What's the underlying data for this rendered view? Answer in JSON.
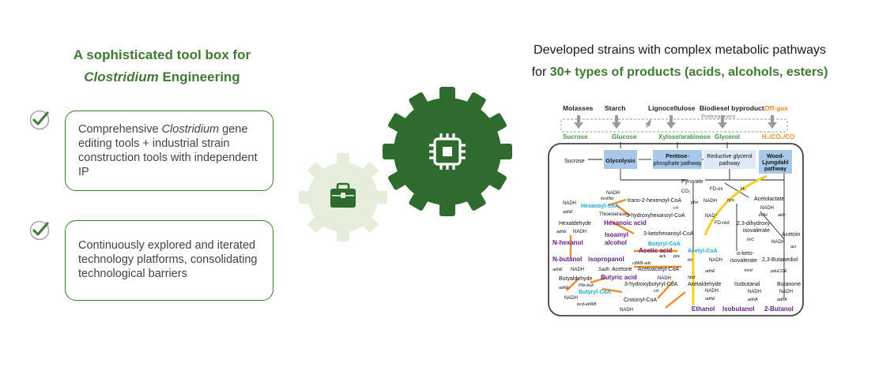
{
  "left": {
    "title_line1": "A sophisticated tool box for",
    "title_italic": "Clostridium",
    "title_rest": " Engineering",
    "cards": [
      {
        "pre": "Comprehensive ",
        "italic": "Clostridium",
        "post": " gene editing tools + industrial strain construction tools with independent IP"
      },
      {
        "pre": "Continuously explored and iterated technology platforms, consolidating technological barriers",
        "italic": "",
        "post": ""
      }
    ]
  },
  "right": {
    "title_line1": "Developed strains with complex metabolic pathways",
    "title_pre": "for ",
    "title_highlight": "30+ types of products (acids, alcohols, esters)"
  },
  "colors": {
    "brand_green": "#3f7a33",
    "gear_dark": "#2f6a2f",
    "gear_light": "#e6eedb",
    "box_blue": "#a8c8ea",
    "arrow_orange": "#f08a2a",
    "arrow_yellow": "#f5cc2a",
    "text_purple": "#6a1f8a",
    "text_cyan": "#1aa7d8"
  },
  "icons": {
    "check": "check-icon",
    "briefcase": "briefcase-icon",
    "chip": "chip-icon"
  },
  "pathway": {
    "feedstocks": [
      "Molasses",
      "Starch",
      "Lignocellulose",
      "Biodiesel byproduct",
      "Off-gas"
    ],
    "pretreatment": "Pretreatment",
    "substrates": [
      "Sucrose",
      "Glucose",
      "Xylose/arabinose",
      "Glycerol",
      "H₂/CO₂/CO"
    ],
    "boxes": [
      "Glycolysis",
      "Pentose-phosphate pathway",
      "Reductive glycerol pathway",
      "Wood-Ljungdahl pathway"
    ],
    "products": [
      "N-hexanol",
      "Hexanoic acid",
      "Isoamyl alcohol",
      "Acetic acid",
      "N-butanol",
      "isopropanol",
      "Butyric acid",
      "Ethanol",
      "Isobutanol",
      "2-Butanol"
    ],
    "cyan_labels": [
      "Hexanoyl-CoA",
      "Butyryl-CoA",
      "Acetyl-CoA",
      "Butyryl-CoA"
    ],
    "intermediates": {
      "sucrose_in": "Sucrose",
      "pyruvate": "Pyruvate",
      "nadh": "NADH",
      "nad_plus": "NAD⁺",
      "co2": "CO₂",
      "fd_ox": "FD-ox",
      "fd_red": "FD-red",
      "h2": "H₂",
      "hya": "hya",
      "pfor": "pfor",
      "acetolactate": "Acetolactate",
      "dihydroxy": "2,3-dihydroxy-",
      "isovalerate": "isovalerate",
      "ilvC": "ilvC",
      "ilvIH": "ilvIH",
      "aldc": "aldc",
      "acetoin": "Acetoin",
      "acr": "acr",
      "alpha_keto": "α-keto-",
      "isovalerate2": "isovalerate",
      "butanediol": "2,3-Butanediol",
      "kivd": "kivd",
      "pducde": "pduCDE",
      "isobutanal": "Isobutanal",
      "butanone": "Butanone",
      "adha": "adhA",
      "acetaldehyde": "Acetaldehyde",
      "adhE": "adhE",
      "trans_hexenoyl": "trans-2-hexenoyl-CoA",
      "hydroxyhexanoyl": "3-hydroxyhexanoyl-CoA",
      "ketohexanoyl": "3-ketohexanoyl-CoA",
      "bcd_fer": "bcd/fer",
      "crt": "crt",
      "hbd": "hbd",
      "thl": "thl",
      "thioesterase": "Thioesterase",
      "hexaldehyde": "Hexaldehyde",
      "ack": "ack",
      "pta": "pta",
      "ctfab_adc": "ctfAB-adc",
      "sadh": "Sadh",
      "acetone": "Acetone",
      "acetoacetyl": "Acetoacetyl-CoA",
      "butyraldehyde": "Butyaldehyde",
      "ptb_buk": "Ptb-buk",
      "hydroxybutyryl": "3-hydroxybutyryl-CoA",
      "crotonyl": "Crotonyl-CoA",
      "bcd_etfab": "bcd-etfAB"
    }
  }
}
